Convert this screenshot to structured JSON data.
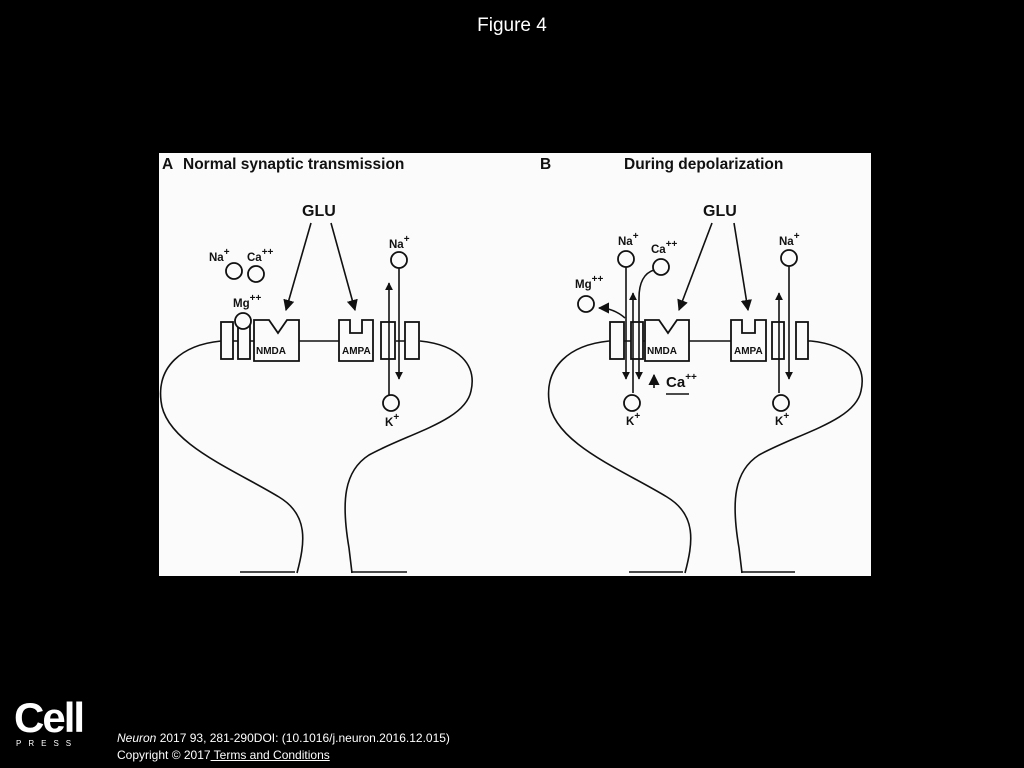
{
  "page": {
    "title": "Figure 4"
  },
  "figure": {
    "panel_a": {
      "letter": "A",
      "heading": "Normal synaptic transmission",
      "glu": "GLU",
      "ions": {
        "na": {
          "base": "Na",
          "charge": "+"
        },
        "ca": {
          "base": "Ca",
          "charge": "++"
        },
        "mg": {
          "base": "Mg",
          "charge": "++"
        },
        "na_channel": {
          "base": "Na",
          "charge": "+"
        },
        "k": {
          "base": "K",
          "charge": "+"
        }
      },
      "receptors": {
        "nmda": "NMDA",
        "ampa": "AMPA"
      }
    },
    "panel_b": {
      "letter": "B",
      "heading": "During depolarization",
      "glu": "GLU",
      "ions": {
        "na_left": {
          "base": "Na",
          "charge": "+"
        },
        "ca": {
          "base": "Ca",
          "charge": "++"
        },
        "mg": {
          "base": "Mg",
          "charge": "++"
        },
        "na_right": {
          "base": "Na",
          "charge": "+"
        },
        "k_left": {
          "base": "K",
          "charge": "+"
        },
        "k_right": {
          "base": "K",
          "charge": "+"
        },
        "ca_influx": {
          "base": "Ca",
          "charge": "++"
        }
      },
      "receptors": {
        "nmda": "NMDA",
        "ampa": "AMPA"
      }
    }
  },
  "footer": {
    "logo": {
      "word": "Cell",
      "sub": "PRESS"
    },
    "citation": {
      "journal": "Neuron",
      "details": " 2017 93, 281-290DOI: (10.1016/j.neuron.2016.12.015)"
    },
    "copyright": "Copyright © 2017",
    "terms_link": " Terms and Conditions"
  }
}
